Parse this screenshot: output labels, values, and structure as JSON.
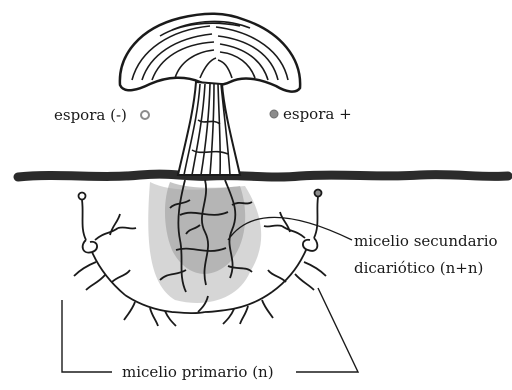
{
  "labels": {
    "spore_minus": "espora (-)",
    "spore_plus": "espora +",
    "secondary_line1": "micelio secundario",
    "secondary_line2": "dicariótico (n+n)",
    "primary": "micelio primario (n)"
  },
  "colors": {
    "ink": "#1a1a1a",
    "ground": "#2b2b2b",
    "soil_shadow": "#b8b8b8",
    "spore": "#8c8c8c"
  }
}
